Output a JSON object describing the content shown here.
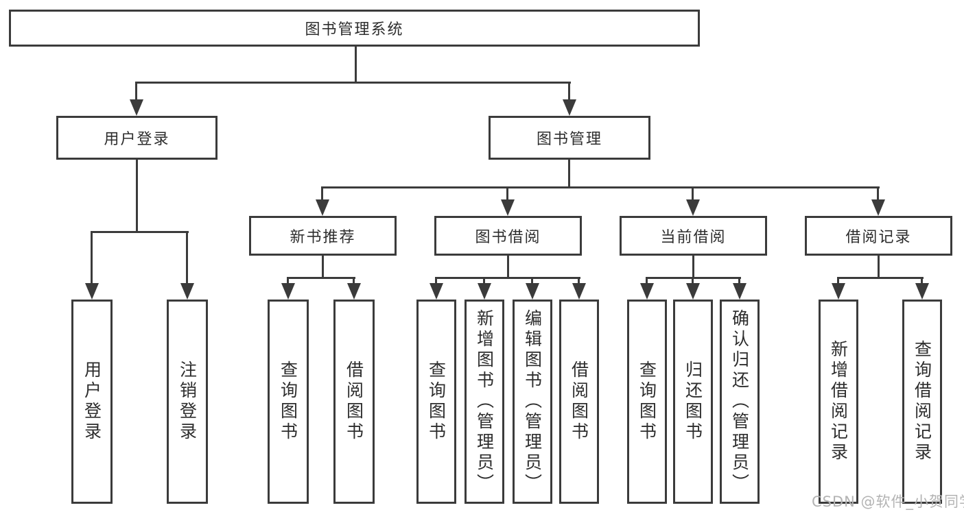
{
  "tree": {
    "label": "图书管理系统",
    "children": [
      {
        "label": "用户登录",
        "children": [
          {
            "label": "用户登录"
          },
          {
            "label": "注销登录"
          }
        ]
      },
      {
        "label": "图书管理",
        "children": [
          {
            "label": "新书推荐",
            "children": [
              {
                "label": "查询图书"
              },
              {
                "label": "借阅图书"
              }
            ]
          },
          {
            "label": "图书借阅",
            "children": [
              {
                "label": "查询图书"
              },
              {
                "label": "新增图书（管理员）"
              },
              {
                "label": "编辑图书（管理员）"
              },
              {
                "label": "借阅图书"
              }
            ]
          },
          {
            "label": "当前借阅",
            "children": [
              {
                "label": "查询图书"
              },
              {
                "label": "归还图书"
              },
              {
                "label": "确认归还（管理员）"
              }
            ]
          },
          {
            "label": "借阅记录",
            "children": [
              {
                "label": "新增借阅记录"
              },
              {
                "label": "查询借阅记录"
              }
            ]
          }
        ]
      }
    ]
  },
  "watermark": "CSDN @软件_小贺同学",
  "colors": {
    "line": "#3b3b3b",
    "text": "#2d2d2d",
    "watermark": "#b3b3b3",
    "background": "#ffffff"
  }
}
